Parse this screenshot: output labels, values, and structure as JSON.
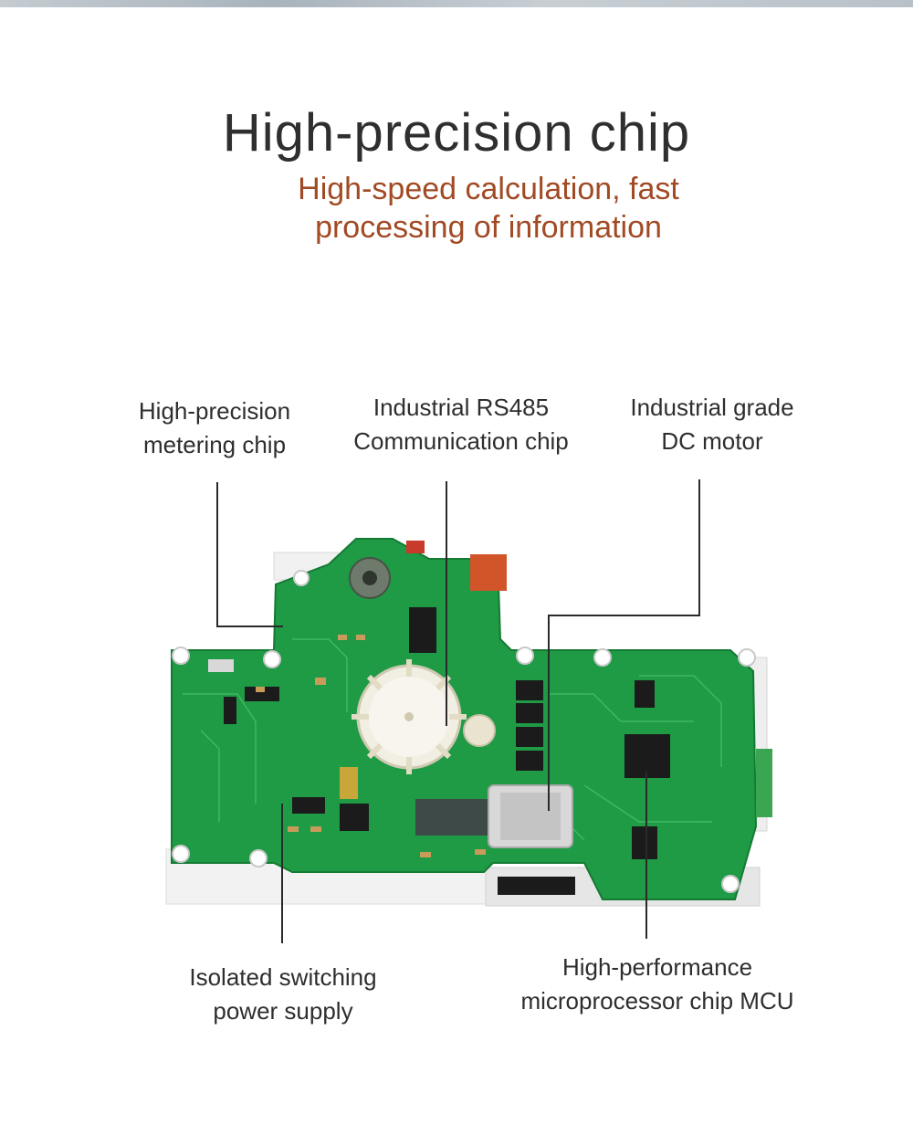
{
  "header": {
    "title": "High-precision chip",
    "subtitle_line1": "High-speed calculation, fast",
    "subtitle_line2": "processing of information"
  },
  "callouts": {
    "metering": [
      "High-precision",
      "metering chip"
    ],
    "rs485": [
      "Industrial RS485",
      "Communication chip"
    ],
    "motor": [
      "Industrial grade",
      "DC motor"
    ],
    "power": [
      "Isolated switching",
      "power supply"
    ],
    "mcu": [
      "High-performance",
      "microprocessor chip MCU"
    ]
  },
  "colors": {
    "title": "#2f2f2f",
    "subtitle": "#a14a24",
    "pcb": "#1f9a45"
  }
}
